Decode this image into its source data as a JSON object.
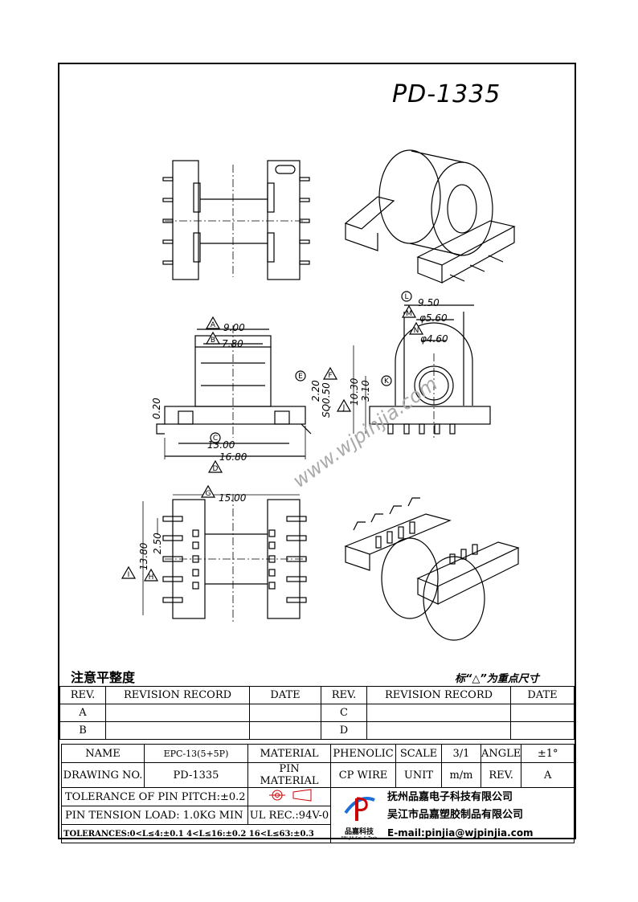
{
  "title": "PD-1335",
  "watermark": "www.wjpinjia.com",
  "dims": {
    "d900": "9.00",
    "d780": "7.80",
    "d1300": "13.00",
    "d1680": "16.80",
    "d020": "0.20",
    "d220": "2.20",
    "dsq050": "SQ0.50",
    "d950": "9.50",
    "d560": "φ5.60",
    "d460": "φ4.60",
    "d1030": "10.30",
    "d310": "3.10",
    "d1500": "15.00",
    "d1380": "13.80",
    "d250": "2.50"
  },
  "markers": [
    "A",
    "B",
    "C",
    "D",
    "E",
    "F",
    "G",
    "H",
    "I",
    "J",
    "K",
    "L",
    "M",
    "N"
  ],
  "notes": {
    "left": "注意平整度",
    "right": "标“△”为重点尺寸"
  },
  "revision": {
    "headers": [
      "REV.",
      "REVISION RECORD",
      "DATE",
      "REV.",
      "REVISION RECORD",
      "DATE"
    ],
    "rows": [
      [
        "A",
        "",
        "",
        "C",
        "",
        ""
      ],
      [
        "B",
        "",
        "",
        "D",
        "",
        ""
      ]
    ]
  },
  "info": {
    "name_label": "NAME",
    "name_value": "EPC-13(5+5P)",
    "material_label": "MATERIAL",
    "material_value": "PHENOLIC",
    "scale_label": "SCALE",
    "scale_value": "3/1",
    "angle_label": "ANGLE",
    "angle_value": "±1°",
    "drawing_label": "DRAWING NO.",
    "drawing_value": "PD-1335",
    "pin_material_label": "PIN MATERIAL",
    "pin_material_value": "CP WIRE",
    "unit_label": "UNIT",
    "unit_value": "m/m",
    "rev_label": "REV.",
    "rev_value": "A",
    "tol_pitch": "TOLERANCE OF PIN PITCH:±0.2",
    "pin_tension": "PIN TENSION LOAD: 1.0KG  MIN",
    "ul_rec": "UL REC.:94V-0",
    "tolerances": "TOLERANCES:0<L≤4:±0.1 4<L≤16:±0.2 16<L≤63:±0.3",
    "logo_text": "品嘉科技",
    "logo_sub": "PIN JIA Sci. & Tech",
    "company1": "抚州品嘉电子科技有限公司",
    "company2": "吴江市品嘉塑胶制品有限公司",
    "email": "E-mail:pinjia@wjpinjia.com"
  }
}
